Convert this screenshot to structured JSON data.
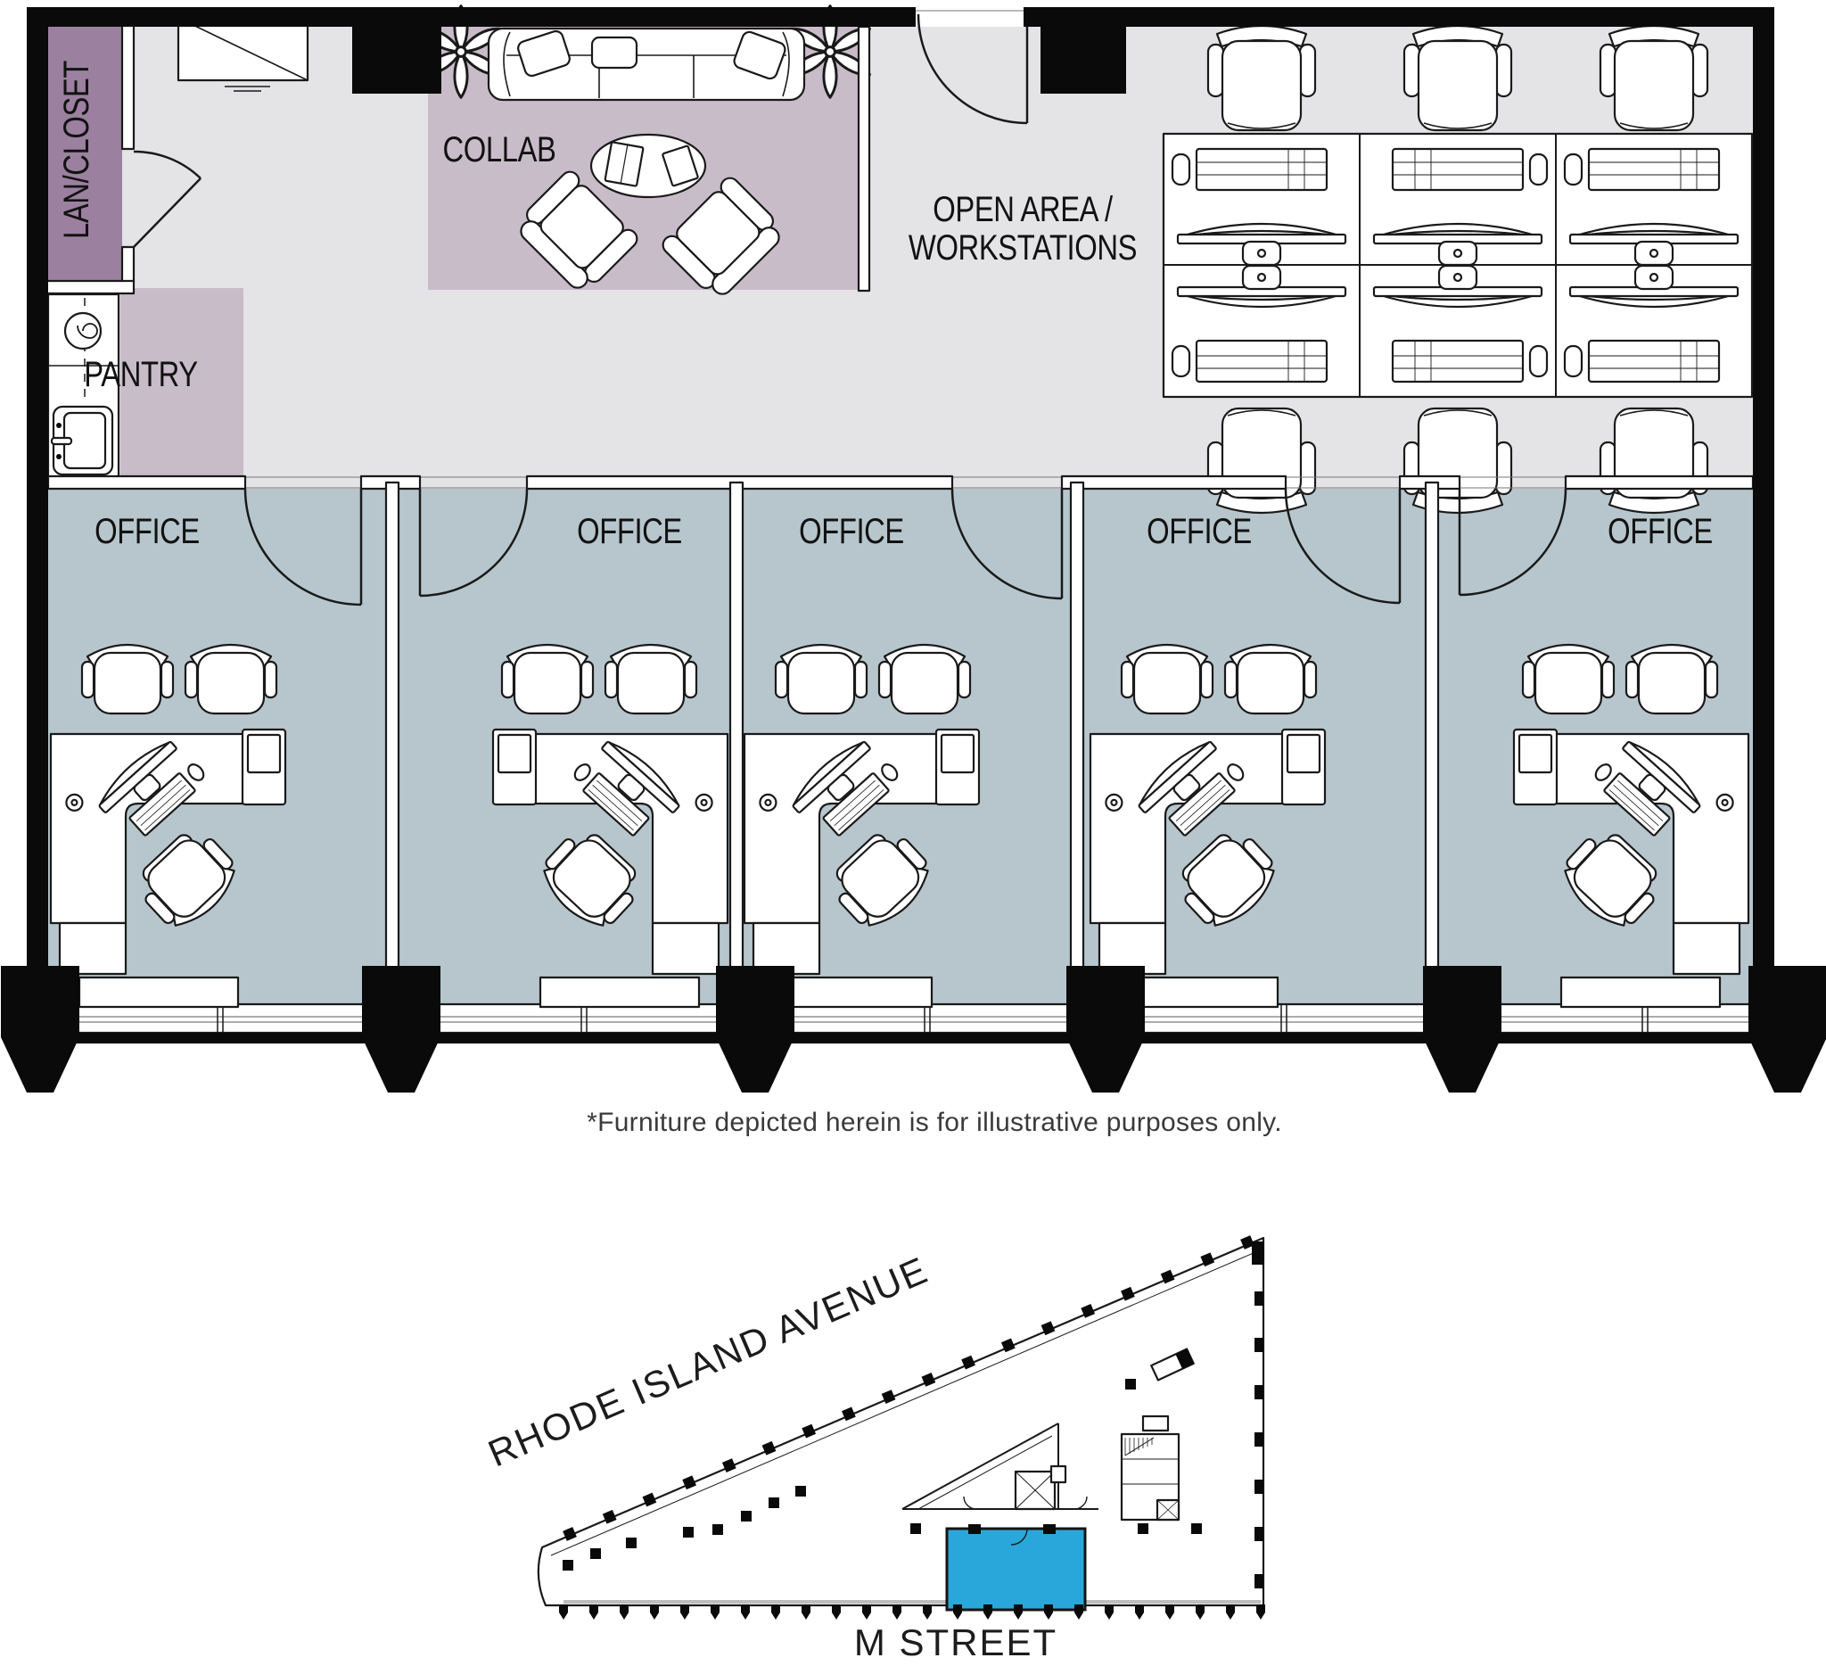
{
  "page_title": "Suite Floor Plan",
  "colors": {
    "wall": "#0a0a0a",
    "line": "#1a1a1a",
    "text": "#121212",
    "open-area-fill": "#e4e3e5",
    "collab-fill": "#c9bcc9",
    "pantry-fill": "#c9bcc9",
    "lan-closet-fill": "#9c80a0",
    "office-fill": "#b6c6cc",
    "highlight-blue": "#2aa7da"
  },
  "floor_plan": {
    "rooms": {
      "lan_closet": {
        "label": "LAN/CLOSET"
      },
      "collab": {
        "label": "COLLAB"
      },
      "pantry": {
        "label": "PANTRY"
      },
      "open_area": {
        "label_line1": "OPEN AREA /",
        "label_line2": "WORKSTATIONS"
      },
      "offices": [
        {
          "label": "OFFICE"
        },
        {
          "label": "OFFICE"
        },
        {
          "label": "OFFICE"
        },
        {
          "label": "OFFICE"
        },
        {
          "label": "OFFICE"
        }
      ]
    },
    "disclaimer": "*Furniture depicted herein is for illustrative purposes only."
  },
  "key_plan": {
    "street_top_label": "RHODE ISLAND AVENUE",
    "street_bottom_label": "M STREET"
  }
}
